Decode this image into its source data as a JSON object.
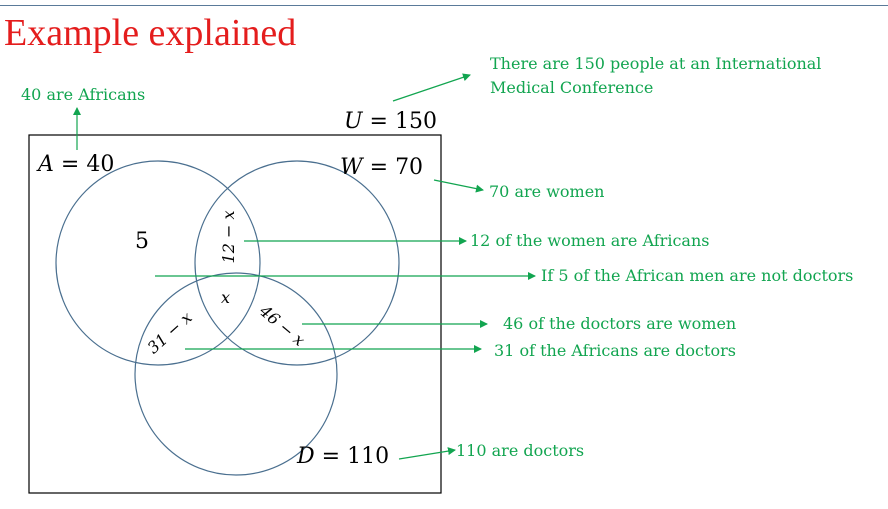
{
  "title": "Example explained",
  "universe": {
    "symbol": "U",
    "operator": "=",
    "value": "150"
  },
  "sets": {
    "A": {
      "symbol": "A",
      "operator": "=",
      "value": "40"
    },
    "W": {
      "symbol": "W",
      "operator": "=",
      "value": "70"
    },
    "D": {
      "symbol": "D",
      "operator": "=",
      "value": "110"
    }
  },
  "regions": {
    "a_only": "5",
    "a_w": "12 − x",
    "all_three": "x",
    "w_d": "46 − x",
    "a_d": "31 − x"
  },
  "notes": {
    "universe": "There are 150 people at an International Medical Conference",
    "universe_line1": "There are 150 people at an International",
    "universe_line2": "Medical Conference",
    "africans": "40 are Africans",
    "women": "70 are women",
    "women_africans": "12 of the women are Africans",
    "african_men": "If 5 of the African men are not doctors",
    "doctors_women": "46 of the doctors are women",
    "africans_doctors": "31 of the Africans are doctors",
    "doctors": "110 are doctors"
  },
  "colors": {
    "title": "#e41d1d",
    "notes": "#12a550",
    "circles": "#4a6f8f",
    "box": "#000000",
    "arrows": "#12a550"
  }
}
